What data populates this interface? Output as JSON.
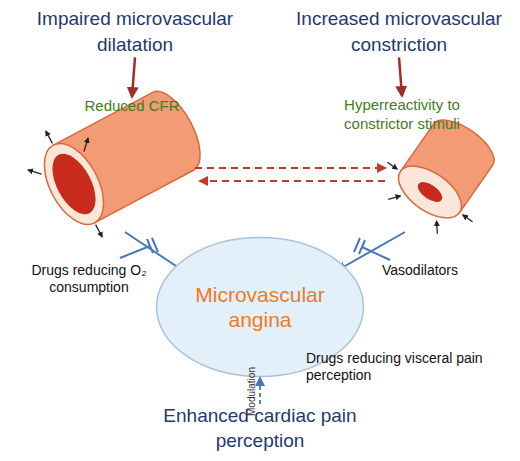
{
  "diagram": {
    "nodes": [
      {
        "text": [
          "Impaired microvascular dilatation"
        ]
      },
      {
        "text": [
          "Increased microvascular constriction"
        ]
      },
      {
        "text": [
          "Reduced CFR"
        ]
      },
      {
        "text": [
          "Hyperreactivity to constrictor stimuli"
        ]
      },
      {
        "text": [
          "Microvascular angina"
        ]
      },
      {
        "text": [
          "Enhanced cardiac pain perception"
        ]
      }
    ],
    "edges": [
      {
        "from": 0,
        "to": 2,
        "arrow": "to"
      },
      {
        "from": 1,
        "to": 3,
        "arrow": "to"
      },
      {
        "from": 5,
        "to": 4,
        "label": "Modulation",
        "arrow": "to"
      }
    ],
    "labels": [
      "Drugs reducing O₂ consumption",
      "Vasodilators",
      "Drugs reducing visceral pain perception"
    ]
  }
}
